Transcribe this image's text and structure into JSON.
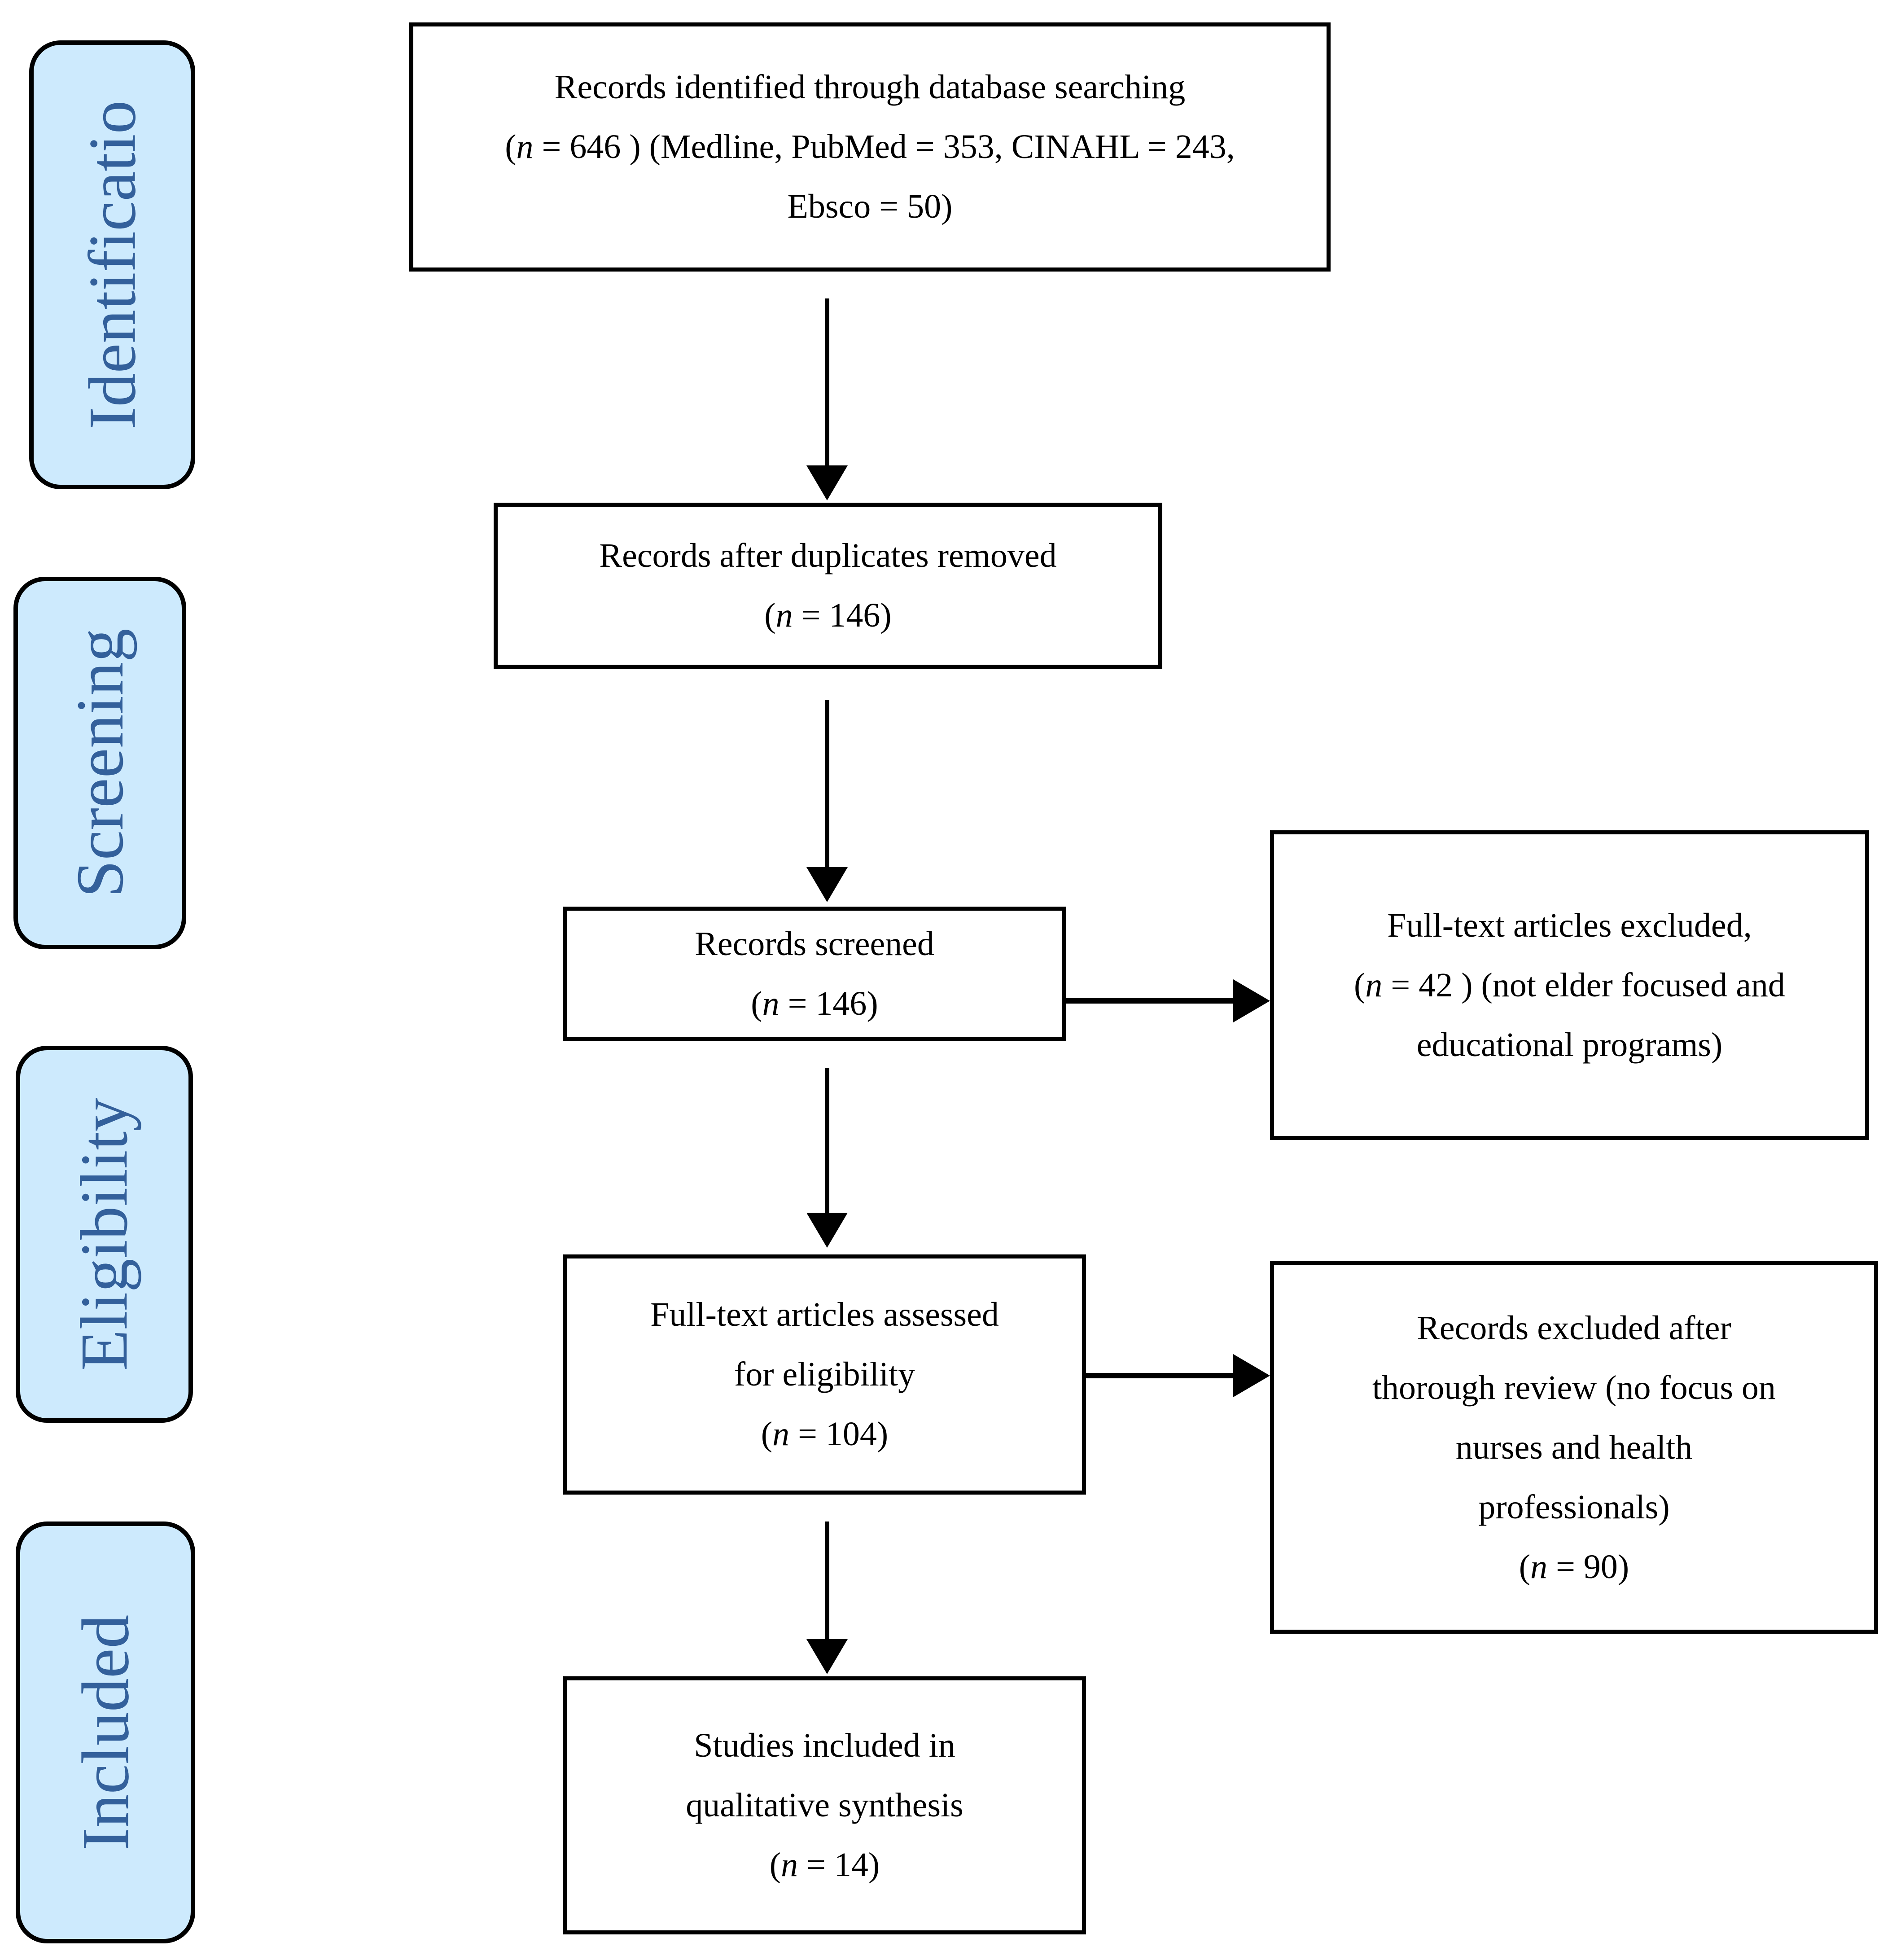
{
  "diagram": {
    "type": "prisma-flow-diagram",
    "accent_color": "#33609b",
    "stage_fill_color": "#cdeafd",
    "border_color": "#000000",
    "text_color": "#000000"
  },
  "stages": [
    {
      "label": "Identificatio"
    },
    {
      "label": "Screening"
    },
    {
      "label": "Eligibility"
    },
    {
      "label": "Included"
    }
  ],
  "boxes": {
    "identified": {
      "line1": "Records identified through database searching",
      "line2_pre": "(",
      "line2_n": "n",
      "line2_post": " = 646 ) (Medline, PubMed = 353, CINAHL = 243,",
      "line3": "Ebsco = 50)"
    },
    "duplicates_removed": {
      "line1": "Records after duplicates removed",
      "line2_pre": "(",
      "line2_n": "n",
      "line2_post": " = 146)"
    },
    "records_screened": {
      "line1": "Records screened",
      "line2_pre": "(",
      "line2_n": "n",
      "line2_post": " = 146)"
    },
    "fulltext_excluded": {
      "line1": "Full-text articles excluded,",
      "line2_pre": "(",
      "line2_n": "n",
      "line2_post": " = 42 ) (not elder focused and",
      "line3": "educational programs)"
    },
    "fulltext_assessed": {
      "line1": "Full-text articles assessed",
      "line2": "for eligibility",
      "line3_pre": "(",
      "line3_n": "n",
      "line3_post": " = 104)"
    },
    "records_excluded_review": {
      "line1": "Records excluded after",
      "line2": "thorough review (no focus on",
      "line3": "nurses and health",
      "line4": "professionals)",
      "line5_pre": "(",
      "line5_n": "n",
      "line5_post": " = 90)"
    },
    "studies_included": {
      "line1": "Studies included in",
      "line2": "qualitative synthesis",
      "line3_pre": "(",
      "line3_n": "n",
      "line3_post": " = 14)"
    }
  },
  "chart_data": {
    "type": "diagram",
    "title": "PRISMA flow diagram",
    "nodes": [
      {
        "id": "identified",
        "stage": "Identification",
        "label": "Records identified through database searching",
        "n": 646,
        "breakdown": {
          "Medline, PubMed": 353,
          "CINAHL": 243,
          "Ebsco": 50
        }
      },
      {
        "id": "duplicates_removed",
        "stage": "Screening",
        "label": "Records after duplicates removed",
        "n": 146
      },
      {
        "id": "records_screened",
        "stage": "Screening",
        "label": "Records screened",
        "n": 146
      },
      {
        "id": "fulltext_excluded",
        "stage": "Screening",
        "label": "Full-text articles excluded, (not elder focused and educational programs)",
        "n": 42
      },
      {
        "id": "fulltext_assessed",
        "stage": "Eligibility",
        "label": "Full-text articles assessed for eligibility",
        "n": 104
      },
      {
        "id": "records_excluded_review",
        "stage": "Eligibility",
        "label": "Records excluded after thorough review (no focus on nurses and health professionals)",
        "n": 90
      },
      {
        "id": "studies_included",
        "stage": "Included",
        "label": "Studies included in qualitative synthesis",
        "n": 14
      }
    ],
    "edges": [
      {
        "from": "identified",
        "to": "duplicates_removed",
        "direction": "down"
      },
      {
        "from": "duplicates_removed",
        "to": "records_screened",
        "direction": "down"
      },
      {
        "from": "records_screened",
        "to": "fulltext_excluded",
        "direction": "right"
      },
      {
        "from": "records_screened",
        "to": "fulltext_assessed",
        "direction": "down"
      },
      {
        "from": "fulltext_assessed",
        "to": "records_excluded_review",
        "direction": "right"
      },
      {
        "from": "fulltext_assessed",
        "to": "studies_included",
        "direction": "down"
      }
    ]
  }
}
